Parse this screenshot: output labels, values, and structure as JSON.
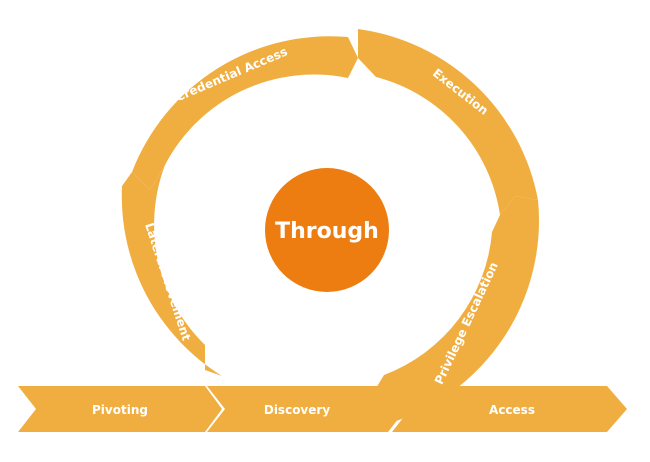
{
  "colors": {
    "segment": "#F0AE40",
    "center": "#ED7D11",
    "text": "#FFFFFF"
  },
  "center": {
    "label": "Through"
  },
  "cycle": [
    {
      "label": "Credential Access"
    },
    {
      "label": "Execution"
    },
    {
      "label": "Privilege Escalation"
    },
    {
      "label": "Lateral Movement"
    }
  ],
  "bottom_row": [
    {
      "label": "Pivoting"
    },
    {
      "label": "Discovery"
    },
    {
      "label": "Access"
    }
  ]
}
